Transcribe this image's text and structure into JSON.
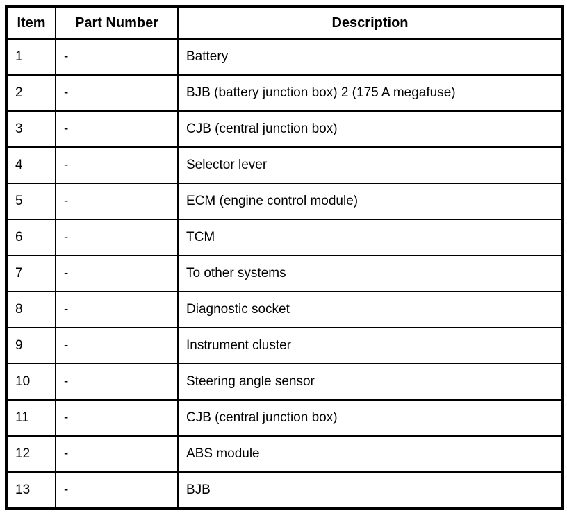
{
  "table": {
    "headers": [
      "Item",
      "Part Number",
      "Description"
    ],
    "rows": [
      {
        "item": "1",
        "part_number": "-",
        "description": "Battery"
      },
      {
        "item": "2",
        "part_number": "-",
        "description": "BJB (battery junction box) 2 (175 A megafuse)"
      },
      {
        "item": "3",
        "part_number": "-",
        "description": "CJB (central junction box)"
      },
      {
        "item": "4",
        "part_number": "-",
        "description": "Selector lever"
      },
      {
        "item": "5",
        "part_number": "-",
        "description": "ECM (engine control module)"
      },
      {
        "item": "6",
        "part_number": "-",
        "description": "TCM"
      },
      {
        "item": "7",
        "part_number": "-",
        "description": "To other systems"
      },
      {
        "item": "8",
        "part_number": "-",
        "description": "Diagnostic socket"
      },
      {
        "item": "9",
        "part_number": "-",
        "description": "Instrument cluster"
      },
      {
        "item": "10",
        "part_number": "-",
        "description": "Steering angle sensor"
      },
      {
        "item": "11",
        "part_number": "-",
        "description": "CJB (central junction box)"
      },
      {
        "item": "12",
        "part_number": "-",
        "description": "ABS module"
      },
      {
        "item": "13",
        "part_number": "-",
        "description": "BJB"
      }
    ],
    "colors": {
      "border": "#000000",
      "text": "#000000",
      "background": "#ffffff"
    }
  }
}
